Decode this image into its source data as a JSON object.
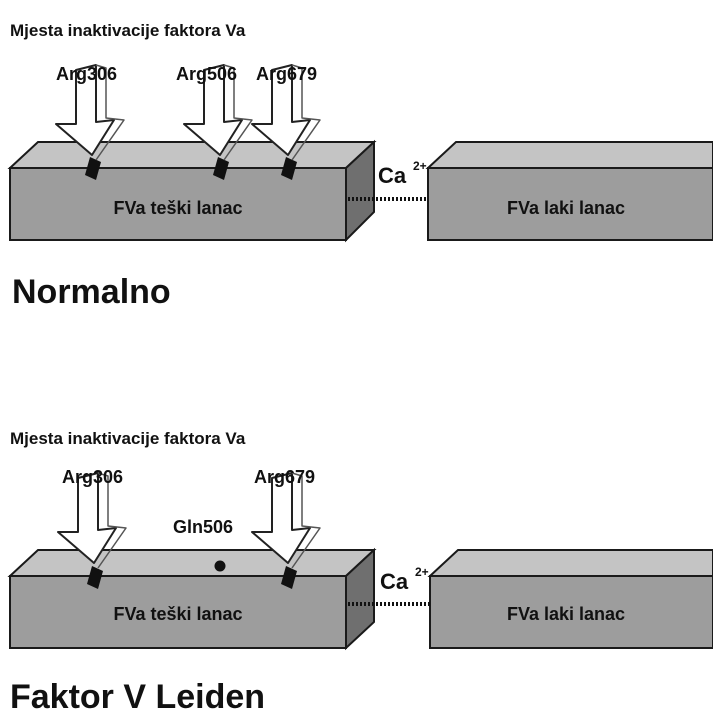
{
  "panels": [
    {
      "subtitle": "Mjesta inaktivacije faktora Va",
      "site_labels": [
        "Arg306",
        "Arg506",
        "Arg679"
      ],
      "mutation_label": "",
      "heavy_chain_label": "FVa teški lanac",
      "light_chain_label": "FVa laki lanac",
      "calcium_label": "Ca",
      "calcium_charge": "2+",
      "caption": "Normalno"
    },
    {
      "subtitle": "Mjesta inaktivacije faktora Va",
      "site_labels": [
        "Arg306",
        "Arg679"
      ],
      "mutation_label": "Gln506",
      "heavy_chain_label": "FVa teški lanac",
      "light_chain_label": "FVa laki lanac",
      "calcium_label": "Ca",
      "calcium_charge": "2+",
      "caption": "Faktor V Leiden"
    }
  ]
}
